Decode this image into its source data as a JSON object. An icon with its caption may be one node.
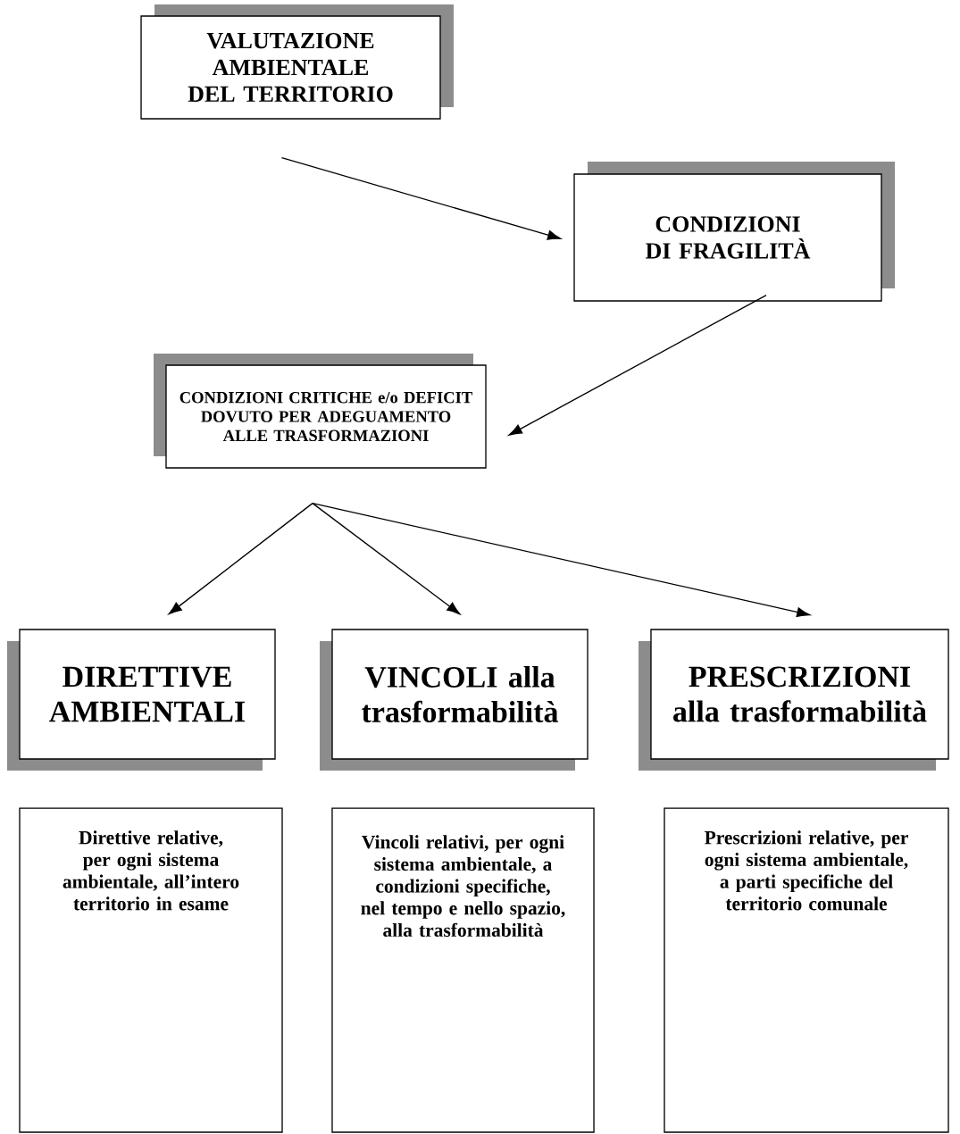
{
  "diagram": {
    "nodes": [
      {
        "text": [
          "VALUTAZIONE AMBIENTALE DEL TERRITORIO"
        ]
      },
      {
        "text": [
          "CONDIZIONI DI FRAGILITÀ"
        ]
      },
      {
        "text": [
          "CONDIZIONI CRITICHE e/o DEFICIT DOVUTO PER ADEGUAMENTO ALLE TRASFORMAZIONI"
        ]
      },
      {
        "text": [
          "DIRETTIVE AMBIENTALI"
        ]
      },
      {
        "text": [
          "VINCOLI alla trasformabilità"
        ]
      },
      {
        "text": [
          "PRESCRIZIONI alla trasformabilità"
        ]
      },
      {
        "text": [
          "Direttive relative, per ogni sistema ambientale, all’intero territorio in esame"
        ]
      },
      {
        "text": [
          "Vincoli relativi, per ogni sistema ambientale, a condizioni specifiche, nel tempo e nello spazio, alla trasformabilità"
        ]
      },
      {
        "text": [
          "Prescrizioni relative, per ogni sistema ambientale, a parti specifiche del territorio comunale"
        ]
      }
    ],
    "edges": [
      {
        "from": 0,
        "to": 1,
        "arrow": "to"
      },
      {
        "from": 1,
        "to": 2,
        "arrow": "to"
      },
      {
        "from": 2,
        "to": 3,
        "arrow": "to"
      },
      {
        "from": 2,
        "to": 4,
        "arrow": "to"
      },
      {
        "from": 2,
        "to": 5,
        "arrow": "to"
      }
    ]
  }
}
